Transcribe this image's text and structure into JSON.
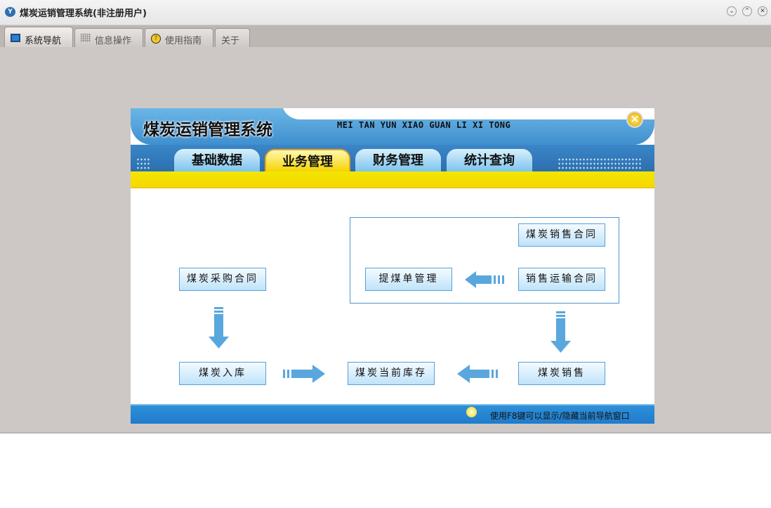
{
  "window": {
    "title": "煤炭运销管理系统(非注册用户)",
    "controls": [
      "minimize",
      "restore",
      "close"
    ]
  },
  "tabs": [
    {
      "label": "系统导航",
      "icon": "monitor-icon",
      "active": true
    },
    {
      "label": "信息操作",
      "icon": "grid-icon"
    },
    {
      "label": "使用指南",
      "icon": "help-icon"
    },
    {
      "label": "关于"
    }
  ],
  "panel": {
    "title": "煤炭运销管理系统",
    "pinyin": "MEI TAN YUN XIAO GUAN LI XI TONG",
    "nav": [
      {
        "label": "基础数据"
      },
      {
        "label": "业务管理",
        "active": true
      },
      {
        "label": "财务管理"
      },
      {
        "label": "统计查询"
      }
    ],
    "flow": {
      "sales_contract": "煤炭销售合同",
      "pickup_mgmt": "提煤单管理",
      "transport_contract": "销售运输合同",
      "purchase_contract": "煤炭采购合同",
      "inbound": "煤炭入库",
      "inventory": "煤炭当前库存",
      "sales": "煤炭销售"
    },
    "footer_tip": "使用F8键可以显示/隐藏当前导航窗口"
  }
}
